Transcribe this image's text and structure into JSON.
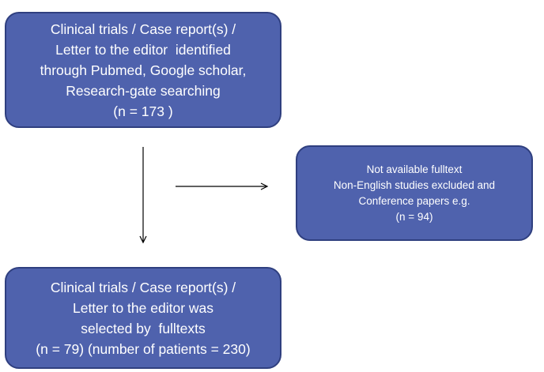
{
  "boxes": {
    "identified": {
      "lines": [
        "Clinical trials / Case report(s) /",
        "Letter to the editor  identified",
        "through Pubmed, Google scholar,",
        "Research-gate searching",
        "(n = 173 )"
      ]
    },
    "excluded": {
      "lines": [
        "Not available fulltext",
        "Non-English studies excluded and",
        "Conference papers e.g.",
        "(n = 94)"
      ]
    },
    "selected": {
      "lines": [
        "Clinical trials / Case report(s) /",
        "Letter to the editor was",
        "selected by  fulltexts",
        "(n = 79) (number of patients = 230)"
      ]
    }
  },
  "colors": {
    "box_fill": "#4f62ad",
    "box_border": "#2f3f7f",
    "box_text": "#ffffff",
    "arrow": "#000000"
  }
}
